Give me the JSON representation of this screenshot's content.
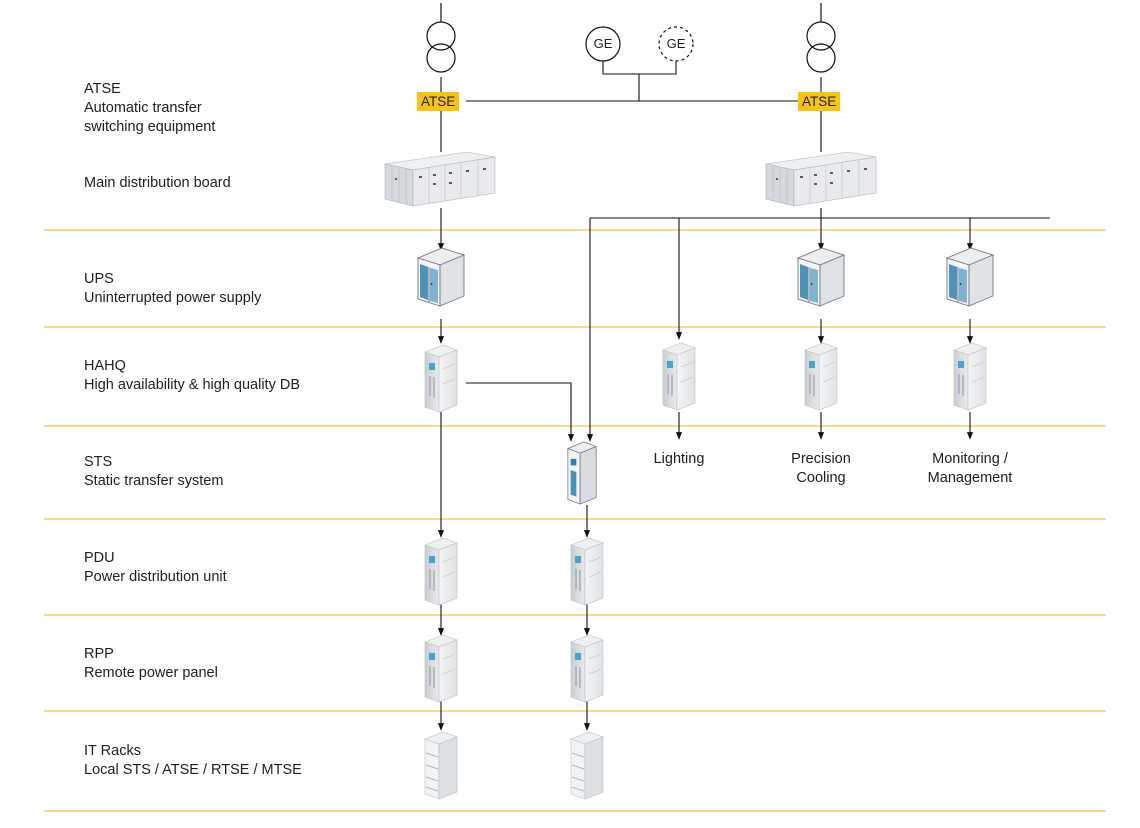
{
  "colors": {
    "divider": "#f5c242",
    "atse_badge": "#f7c31b",
    "line": "#111111",
    "text": "#1e1e1e"
  },
  "levels": [
    {
      "title": "ATSE",
      "subtitle": "Automatic transfer",
      "subtitle2": "switching equipment"
    },
    {
      "title": "Main distribution board"
    },
    {
      "title": "UPS",
      "subtitle": "Uninterrupted power supply"
    },
    {
      "title": "HAHQ",
      "subtitle": "High availability & high quality DB"
    },
    {
      "title": "STS",
      "subtitle": "Static transfer system"
    },
    {
      "title": "PDU",
      "subtitle": "Power distribution unit"
    },
    {
      "title": "RPP",
      "subtitle": "Remote power panel"
    },
    {
      "title": "IT Racks",
      "subtitle": "Local STS / ATSE / RTSE / MTSE"
    }
  ],
  "sources": {
    "atse_badge": "ATSE",
    "generator": "GE",
    "generator_backup": "GE"
  },
  "loads": {
    "lighting": "Lighting",
    "cooling_1": "Precision",
    "cooling_2": "Cooling",
    "monitoring_1": "Monitoring /",
    "monitoring_2": "Management"
  },
  "icons": [
    "transformer-icon",
    "generator-icon",
    "switchboard-icon",
    "ups-cabinet-icon",
    "distribution-cabinet-icon",
    "server-rack-icon",
    "arrow-down-icon"
  ]
}
